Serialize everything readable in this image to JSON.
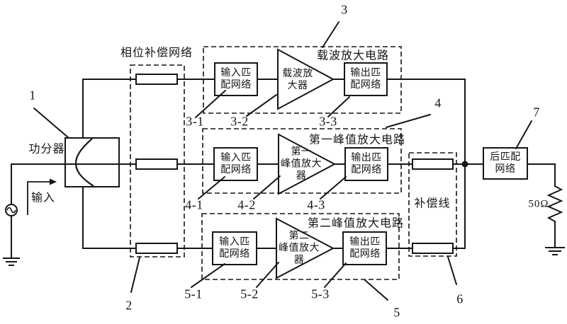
{
  "diagram": {
    "colors": {
      "ink": "#161616",
      "background": "#ffffff"
    },
    "source": {
      "input_label": "输入"
    },
    "divider": {
      "label": "功分器",
      "ref": "1"
    },
    "phase_network": {
      "label": "相位补偿网络",
      "ref": "2"
    },
    "rows": [
      {
        "ref": "3",
        "title": "载波放大电路",
        "input_match": "输入匹\n配网络",
        "amp": "载波放\n大器",
        "output_match": "输出匹\n配网络",
        "sub_refs": [
          "3-1",
          "3-2",
          "3-3"
        ]
      },
      {
        "ref": "4",
        "title": "第一峰值放大电路",
        "input_match": "输入匹\n配网络",
        "amp": "第一\n峰值放大\n器",
        "output_match": "输出匹\n配网络",
        "sub_refs": [
          "4-1",
          "4-2",
          "4-3"
        ]
      },
      {
        "ref": "5",
        "title": "第二峰值放大电路",
        "input_match": "输入匹\n配网络",
        "amp": "第二\n峰值放大\n器",
        "output_match": "输出匹\n配网络",
        "sub_refs": [
          "5-1",
          "5-2",
          "5-3"
        ]
      }
    ],
    "comp_line": {
      "label": "补偿线",
      "ref": "6"
    },
    "post_match": {
      "label": "后匹配\n网络",
      "ref": "7"
    },
    "load": {
      "label": "50Ω"
    }
  }
}
